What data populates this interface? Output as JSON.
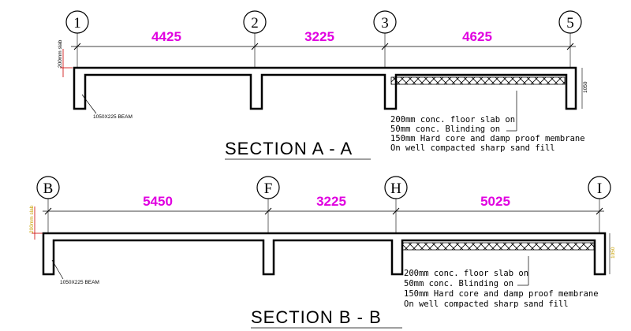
{
  "section_a": {
    "grid_labels": [
      "1",
      "2",
      "3",
      "5"
    ],
    "dimensions": [
      "4425",
      "3225",
      "4625"
    ],
    "slab_label": "200mm slab",
    "height_label": "1050",
    "beam_label": "1050X225 BEAM",
    "notes": [
      "200mm conc. floor slab on",
      "50mm conc. Blinding on",
      "150mm Hard core and damp proof membrane",
      "On well compacted sharp sand fill"
    ],
    "title": "SECTION A - A"
  },
  "section_b": {
    "grid_labels": [
      "B",
      "F",
      "H",
      "I"
    ],
    "dimensions": [
      "5450",
      "3225",
      "5025"
    ],
    "slab_label": "200mm slab",
    "height_label": "1050",
    "beam_label": "1050X225 BEAM",
    "notes": [
      "200mm conc. floor slab on",
      "50mm conc. Blinding on",
      "150mm Hard core and damp proof membrane",
      "On well compacted sharp sand fill"
    ],
    "title": "SECTION B - B"
  },
  "colors": {
    "dimension_text": "#e000e0",
    "slab_note": "#cc0000",
    "line": "#000000"
  }
}
